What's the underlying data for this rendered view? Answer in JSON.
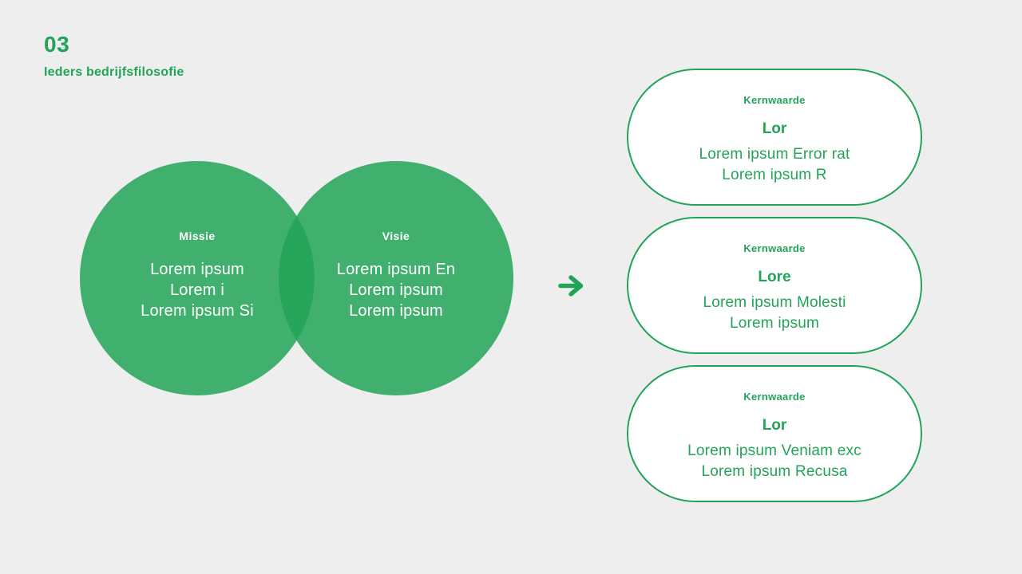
{
  "theme": {
    "background": "#eeeeee",
    "accent_green": "#22a458",
    "circle_fill": "rgba(34, 164, 88, 0.85)",
    "card_background": "#ffffff",
    "text_on_circle": "#ffffff"
  },
  "header": {
    "number": "03",
    "subtitle": "Ieders bedrijfsfilosofie"
  },
  "venn": {
    "left": {
      "label": "Missie",
      "lines": [
        "Lorem ipsum",
        "Lorem i",
        "Lorem ipsum Si"
      ]
    },
    "right": {
      "label": "Visie",
      "lines": [
        "Lorem ipsum En",
        "Lorem ipsum",
        "Lorem ipsum"
      ]
    }
  },
  "icons": {
    "transition": "arrow-right-icon"
  },
  "cards": [
    {
      "label": "Kernwaarde",
      "title": "Lor",
      "lines": [
        "Lorem ipsum Error rat",
        "Lorem ipsum R"
      ]
    },
    {
      "label": "Kernwaarde",
      "title": "Lore",
      "lines": [
        "Lorem ipsum Molesti",
        "Lorem ipsum"
      ]
    },
    {
      "label": "Kernwaarde",
      "title": "Lor",
      "lines": [
        "Lorem ipsum Veniam exc",
        "Lorem ipsum Recusa"
      ]
    }
  ]
}
